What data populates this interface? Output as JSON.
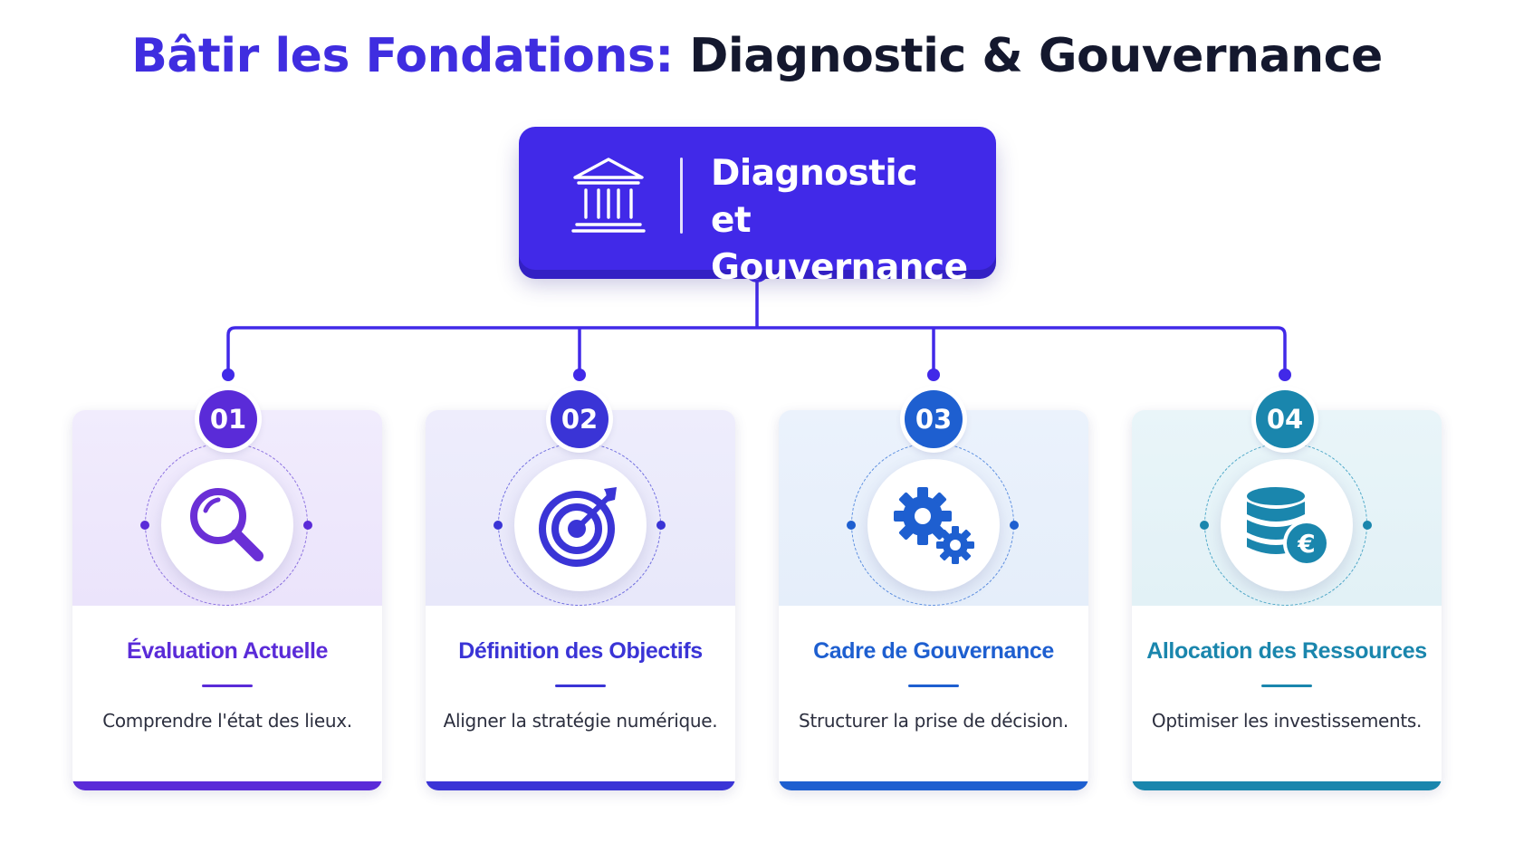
{
  "title": {
    "accent": "Bâtir les Fondations:",
    "main": "Diagnostic & Gouvernance"
  },
  "hero": {
    "icon": "bank-building-icon",
    "line1": "Diagnostic",
    "line2": "et Gouvernance",
    "color": "#4129e8"
  },
  "cards": [
    {
      "number": "01",
      "title": "Évaluation Actuelle",
      "description": "Comprendre l'état des lieux.",
      "icon": "magnifier-icon",
      "color": "#5a2bd8",
      "tint": "#efeafc"
    },
    {
      "number": "02",
      "title": "Définition des Objectifs",
      "description": "Aligner la stratégie numérique.",
      "icon": "target-icon",
      "color": "#3a34d6",
      "tint": "#ebebfb"
    },
    {
      "number": "03",
      "title": "Cadre de Gouvernance",
      "description": "Structurer la prise de décision.",
      "icon": "gears-icon",
      "color": "#1e5fd0",
      "tint": "#e8f0fb"
    },
    {
      "number": "04",
      "title": "Allocation des Ressources",
      "description": "Optimiser les investissements.",
      "icon": "euro-database-icon",
      "color": "#1a86ad",
      "tint": "#e6f4f8"
    }
  ],
  "connector_color": "#4129e8"
}
